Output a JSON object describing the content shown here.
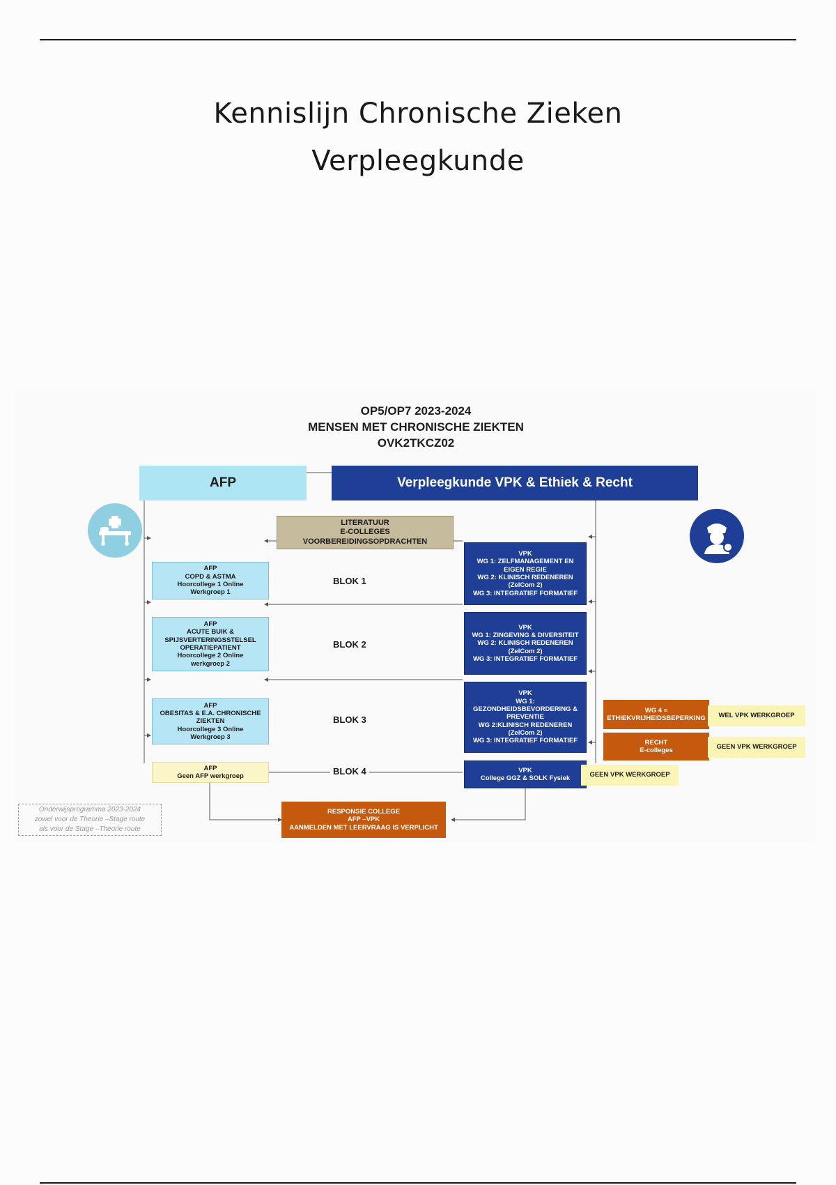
{
  "document": {
    "title_line1": "Kennislijn Chronische Zieken",
    "title_line2": "Verpleegkunde"
  },
  "diagram": {
    "title": [
      "OP5/OP7 2023-2024",
      "MENSEN MET CHRONISCHE ZIEKTEN",
      "OVK2TKCZ02"
    ],
    "afp_header": "AFP",
    "vpk_header": "Verpleegkunde VPK & Ethiek & Recht",
    "literature": [
      "LITERATUUR",
      "E-COLLEGES",
      "VOORBEREIDINGSOPDRACHTEN"
    ],
    "blocks": [
      {
        "label": "BLOK 1",
        "afp": [
          "AFP",
          "COPD & ASTMA",
          "Hoorcollege 1 Online",
          "Werkgroep 1"
        ],
        "vpk": [
          "VPK",
          "WG 1: ZELFMANAGEMENT EN",
          "EIGEN REGIE",
          "WG 2: KLINISCH REDENEREN",
          "(ZelCom 2)",
          "WG 3: INTEGRATIEF FORMATIEF"
        ]
      },
      {
        "label": "BLOK 2",
        "afp": [
          "AFP",
          "ACUTE BUIK &",
          "SPIJSVERTERINGSSTELSEL",
          "OPERATIEPATIENT",
          "Hoorcollege 2 Online",
          "werkgroep 2"
        ],
        "vpk": [
          "VPK",
          "WG 1: ZINGEVING & DIVERSITEIT",
          "WG 2: KLINISCH REDENEREN",
          "(ZelCom 2)",
          "WG 3: INTEGRATIEF FORMATIEF"
        ]
      },
      {
        "label": "BLOK 3",
        "afp": [
          "AFP",
          "OBESITAS & E.A. CHRONISCHE",
          "ZIEKTEN",
          "Hoorcollege 3 Online",
          "Werkgroep 3"
        ],
        "vpk": [
          "VPK",
          "WG 1:",
          "GEZONDHEIDSBEVORDERING &",
          "PREVENTIE",
          "WG 2:KLINISCH REDENEREN",
          "(ZelCom 2)",
          "WG 3: INTEGRATIEF FORMATIEF"
        ]
      },
      {
        "label": "BLOK 4",
        "afp": [
          "AFP",
          "Geen AFP werkgroep"
        ],
        "vpk": [
          "VPK",
          "College GGZ & SOLK Fysiek"
        ]
      }
    ],
    "ethics": [
      "WG 4 =",
      "ETHIEKVRIJHEIDSBEPERKING"
    ],
    "ethics_note": "WEL VPK WERKGROEP",
    "law": [
      "RECHT",
      "E-colleges"
    ],
    "law_note": "GEEN VPK WERKGROEP",
    "blok4_note": "GEEN VPK WERKGROEP",
    "response": [
      "RESPONSIE COLLEGE",
      "AFP –VPK",
      "AANMELDEN MET LEERVRAAG IS VERPLICHT"
    ],
    "legend": [
      "Onderwijsprogramma 2023-2024",
      "zowel voor de Theorie –Stage route",
      "als voor de Stage –Theorie route"
    ],
    "icons": {
      "left": "hospital-bed-icon",
      "right": "nurse-icon"
    },
    "colors": {
      "afp": "#b6e6f5",
      "vpk": "#1e3f95",
      "literature": "#c6bb9d",
      "orange": "#c55a0f",
      "note": "#fbf5b5"
    }
  }
}
